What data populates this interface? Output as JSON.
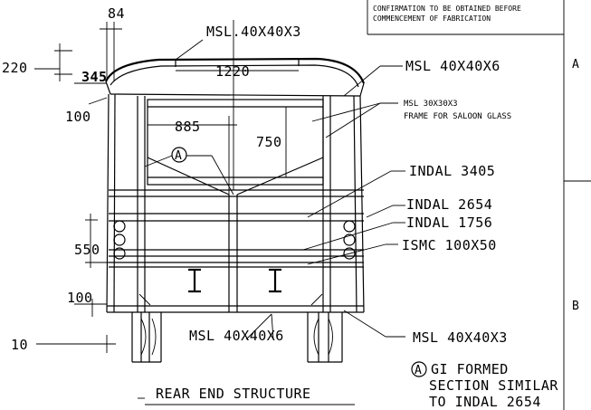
{
  "note": {
    "line1": "CONFIRMATION TO BE OBTAINED BEFORE",
    "line2": "COMMENCEMENT OF FABRICATION"
  },
  "zones": {
    "a": "A",
    "b": "B"
  },
  "dimensions": {
    "d84": "84",
    "d220": "220",
    "d345": "345",
    "d100_top": "100",
    "d1220": "1220",
    "d885": "885",
    "d750": "750",
    "d550": "550",
    "d100_bottom": "100",
    "d10": "10"
  },
  "callouts": {
    "msl_top": "MSL.40X40X3",
    "msl_40x40x6": "MSL  40X40X6",
    "msl_30x30x3": "MSL  30X30X3",
    "frame_saloon": "FRAME FOR SALOON GLASS",
    "indal_3405": "INDAL  3405",
    "indal_2654": "INDAL  2654",
    "indal_1756": "INDAL  1756",
    "ismc": "ISMC  100X50",
    "msl_bottom_left": "MSL  40X40X6",
    "msl_bottom_right": "MSL  40X40X3",
    "section_marker": "A",
    "gi_line1": "GI FORMED",
    "gi_line2": "SECTION SIMILAR",
    "gi_line3": "TO INDAL 2654"
  },
  "title": "REAR END STRUCTURE"
}
